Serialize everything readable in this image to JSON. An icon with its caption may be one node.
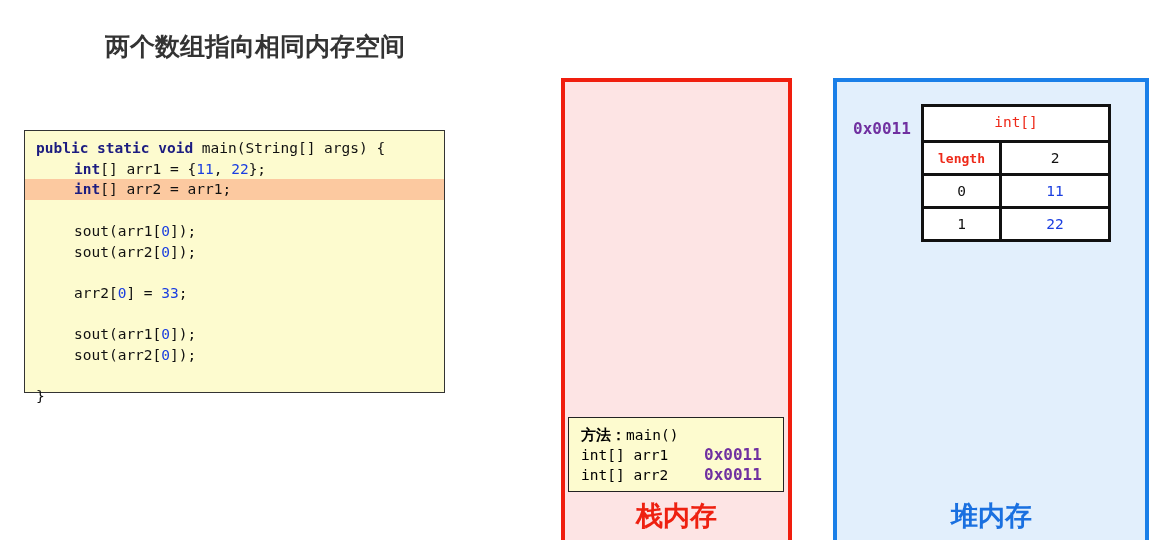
{
  "diagram": {
    "title": "两个数组指向相同内存空间",
    "nodes": [
      {
        "text": [
          "**public static void** main(String[] args) {",
          "**int**[] arr1 = {11, 22};",
          "**int**[] arr2 = arr1;",
          "sout(arr1[0]);",
          "sout(arr2[0]);",
          "arr2[0] = 33;",
          "sout(arr1[0]);",
          "sout(arr2[0]);",
          "}"
        ]
      },
      {
        "text": [
          "栈内存"
        ]
      },
      {
        "text": [
          "**方法：**main()",
          "int[] arr1",
          "0x0011",
          "int[] arr2",
          "0x0011"
        ],
        "in": 1
      },
      {
        "text": [
          "堆内存"
        ]
      },
      {
        "text": [
          "int[]",
          "length",
          "2",
          "0",
          "11",
          "1",
          "22"
        ],
        "beside": [
          "0x0011"
        ],
        "in": 3
      }
    ]
  }
}
